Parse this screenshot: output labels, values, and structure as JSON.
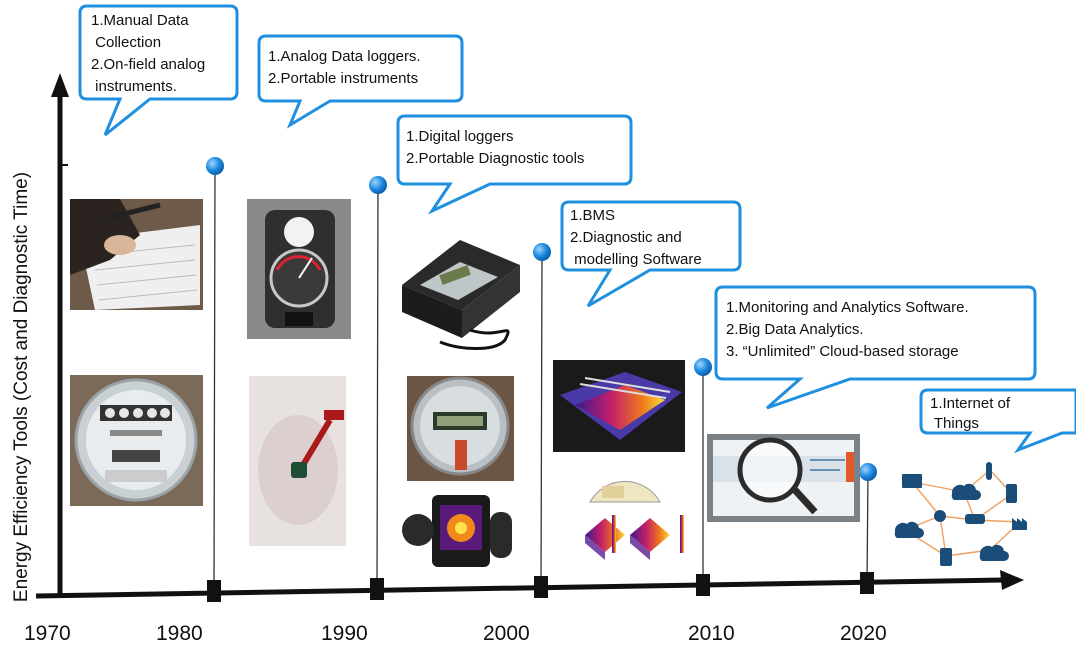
{
  "axis": {
    "y_label": "Energy Efficiency Tools  (Cost and Diagnostic Time)",
    "ticks": [
      "1970",
      "1980",
      "1990",
      "2000",
      "2010",
      "2020"
    ]
  },
  "callouts": [
    {
      "lines": [
        "1.Manual Data",
        " Collection",
        "2.On-field analog",
        " instruments."
      ]
    },
    {
      "lines": [
        "1.Analog Data loggers.",
        "2.Portable instruments"
      ]
    },
    {
      "lines": [
        "1.Digital loggers",
        "2.Portable Diagnostic tools"
      ]
    },
    {
      "lines": [
        "1.BMS",
        "2.Diagnostic and",
        " modelling Software"
      ]
    },
    {
      "lines": [
        "1.Monitoring and Analytics Software.",
        "2.Big Data Analytics.",
        "3. “Unlimited” Cloud-based storage"
      ]
    },
    {
      "lines": [
        "1.Internet of",
        " Things"
      ]
    }
  ],
  "colors": {
    "accent": "#1f8fe0",
    "axis": "#111111",
    "pin": "#1a86d6"
  },
  "images": [
    {
      "name": "hand-writing-on-paper-photo"
    },
    {
      "name": "analog-electric-meter-photo"
    },
    {
      "name": "analog-light-meter-photo"
    },
    {
      "name": "probe-instrument-photo"
    },
    {
      "name": "portable-data-logger-case-photo"
    },
    {
      "name": "digital-electric-meter-photo"
    },
    {
      "name": "thermal-camera-photo"
    },
    {
      "name": "building-energy-simulation-image"
    },
    {
      "name": "diagnostic-heatmap-plots-image"
    },
    {
      "name": "analytics-dashboard-magnifier-image"
    },
    {
      "name": "iot-network-icons-image"
    }
  ]
}
